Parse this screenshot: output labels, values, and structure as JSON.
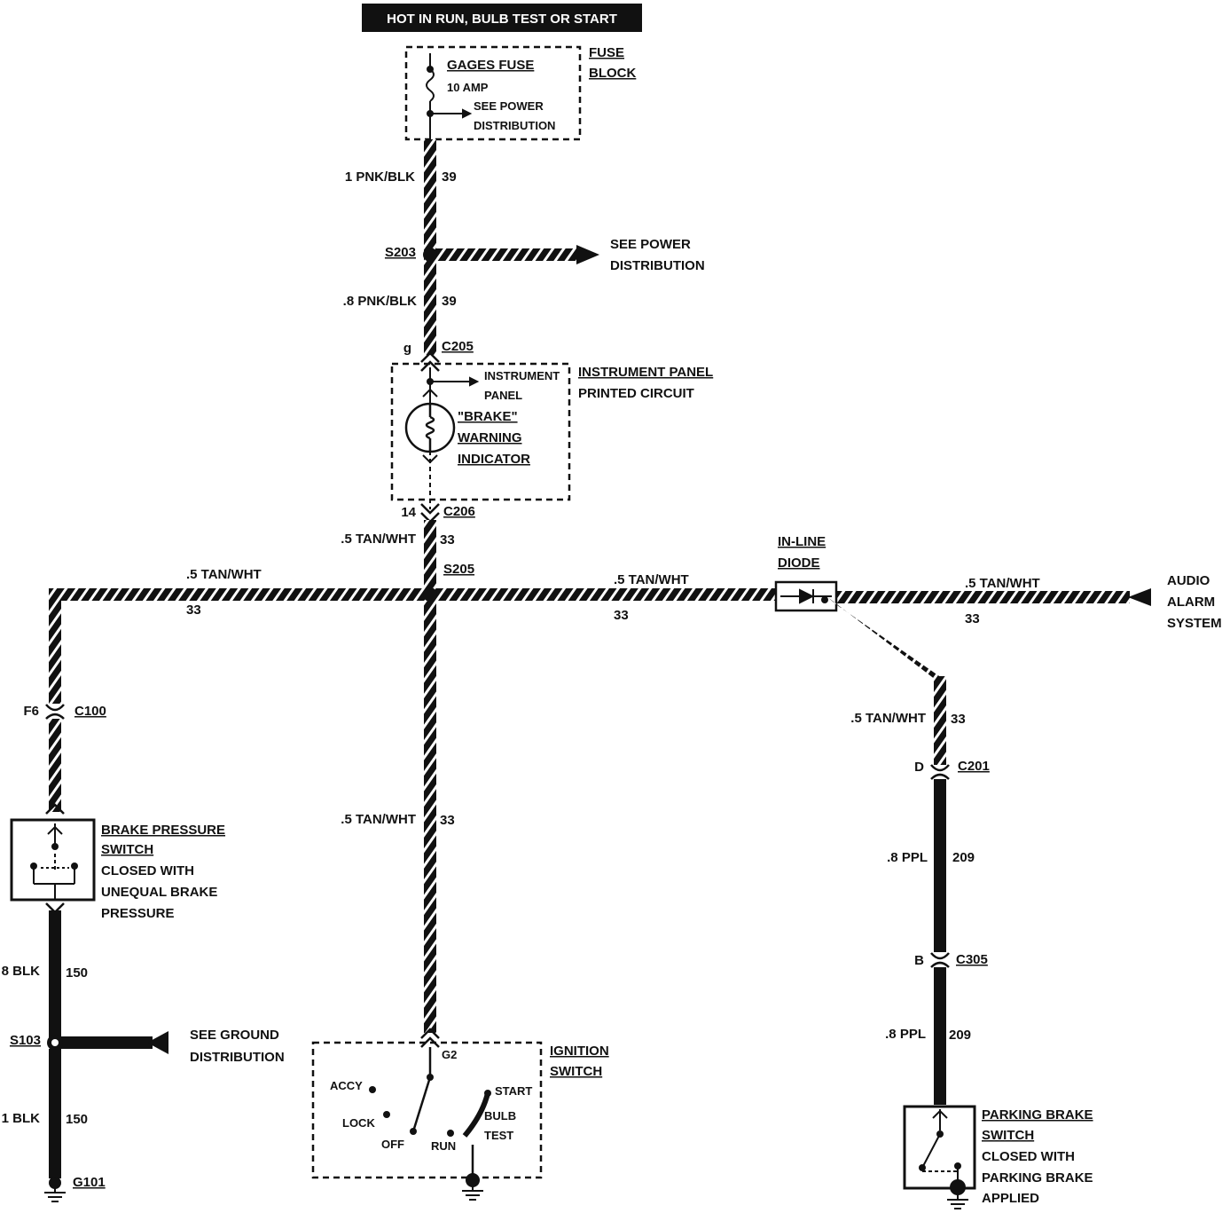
{
  "header": {
    "title": "HOT IN RUN, BULB TEST OR START"
  },
  "fuse_block": {
    "fuse_name": "GAGES FUSE",
    "rating": "10 AMP",
    "see_1": "SEE POWER",
    "see_2": "DISTRIBUTION",
    "block_1": "FUSE",
    "block_2": "BLOCK"
  },
  "wires": {
    "w39_top_size": "1 PNK/BLK",
    "w39_top_num": "39",
    "w39_bot_size": ".8 PNK/BLK",
    "w39_bot_num": "39",
    "w33_c206_size": ".5 TAN/WHT",
    "w33_c206_num": "33",
    "w33_left_size": ".5 TAN/WHT",
    "w33_left_num": "33",
    "w33_mid_size": ".5 TAN/WHT",
    "w33_mid_num": "33",
    "w33_right_size": ".5 TAN/WHT",
    "w33_right_num": "33",
    "w33_vert_size": ".5 TAN/WHT",
    "w33_vert_num": "33",
    "w33_diode_size": ".5 TAN/WHT",
    "w33_diode_num": "33",
    "w150_top_size": "8 BLK",
    "w150_top_num": "150",
    "w150_bot_size": "1 BLK",
    "w150_bot_num": "150",
    "w209_top_size": ".8 PPL",
    "w209_top_num": "209",
    "w209_bot_size": ".8 PPL",
    "w209_bot_num": "209"
  },
  "splices": {
    "s203": "S203",
    "s203_see_1": "SEE POWER",
    "s203_see_2": "DISTRIBUTION",
    "s205": "S205",
    "s103": "S103",
    "s103_see_1": "SEE GROUND",
    "s103_see_2": "DISTRIBUTION"
  },
  "connectors": {
    "c205": "C205",
    "c205_pin": "g",
    "c206": "C206",
    "c206_pin": "14",
    "c100": "C100",
    "c100_pin": "F6",
    "c201": "C201",
    "c201_pin": "D",
    "c305": "C305",
    "c305_pin": "B",
    "ign_pin": "G2",
    "ground": "G101"
  },
  "instrument_panel": {
    "sub_1": "INSTRUMENT",
    "sub_2": "PANEL",
    "title_1": "INSTRUMENT PANEL",
    "title_2": "PRINTED CIRCUIT",
    "ind_1": "\"BRAKE\"",
    "ind_2": "WARNING",
    "ind_3": "INDICATOR"
  },
  "diode": {
    "line_1": "IN-LINE",
    "line_2": "DIODE"
  },
  "audio_alarm": {
    "line_1": "AUDIO",
    "line_2": "ALARM",
    "line_3": "SYSTEM"
  },
  "brake_pressure_switch": {
    "line_1": "BRAKE PRESSURE",
    "line_2": "SWITCH",
    "line_3": "CLOSED WITH",
    "line_4": "UNEQUAL BRAKE",
    "line_5": "PRESSURE"
  },
  "ignition_switch": {
    "title_1": "IGNITION",
    "title_2": "SWITCH",
    "accy": "ACCY",
    "lock": "LOCK",
    "off": "OFF",
    "run": "RUN",
    "start": "START",
    "bulb": "BULB",
    "test": "TEST"
  },
  "parking_brake_switch": {
    "line_1": "PARKING BRAKE",
    "line_2": "SWITCH",
    "line_3": "CLOSED WITH",
    "line_4": "PARKING BRAKE",
    "line_5": "APPLIED"
  }
}
